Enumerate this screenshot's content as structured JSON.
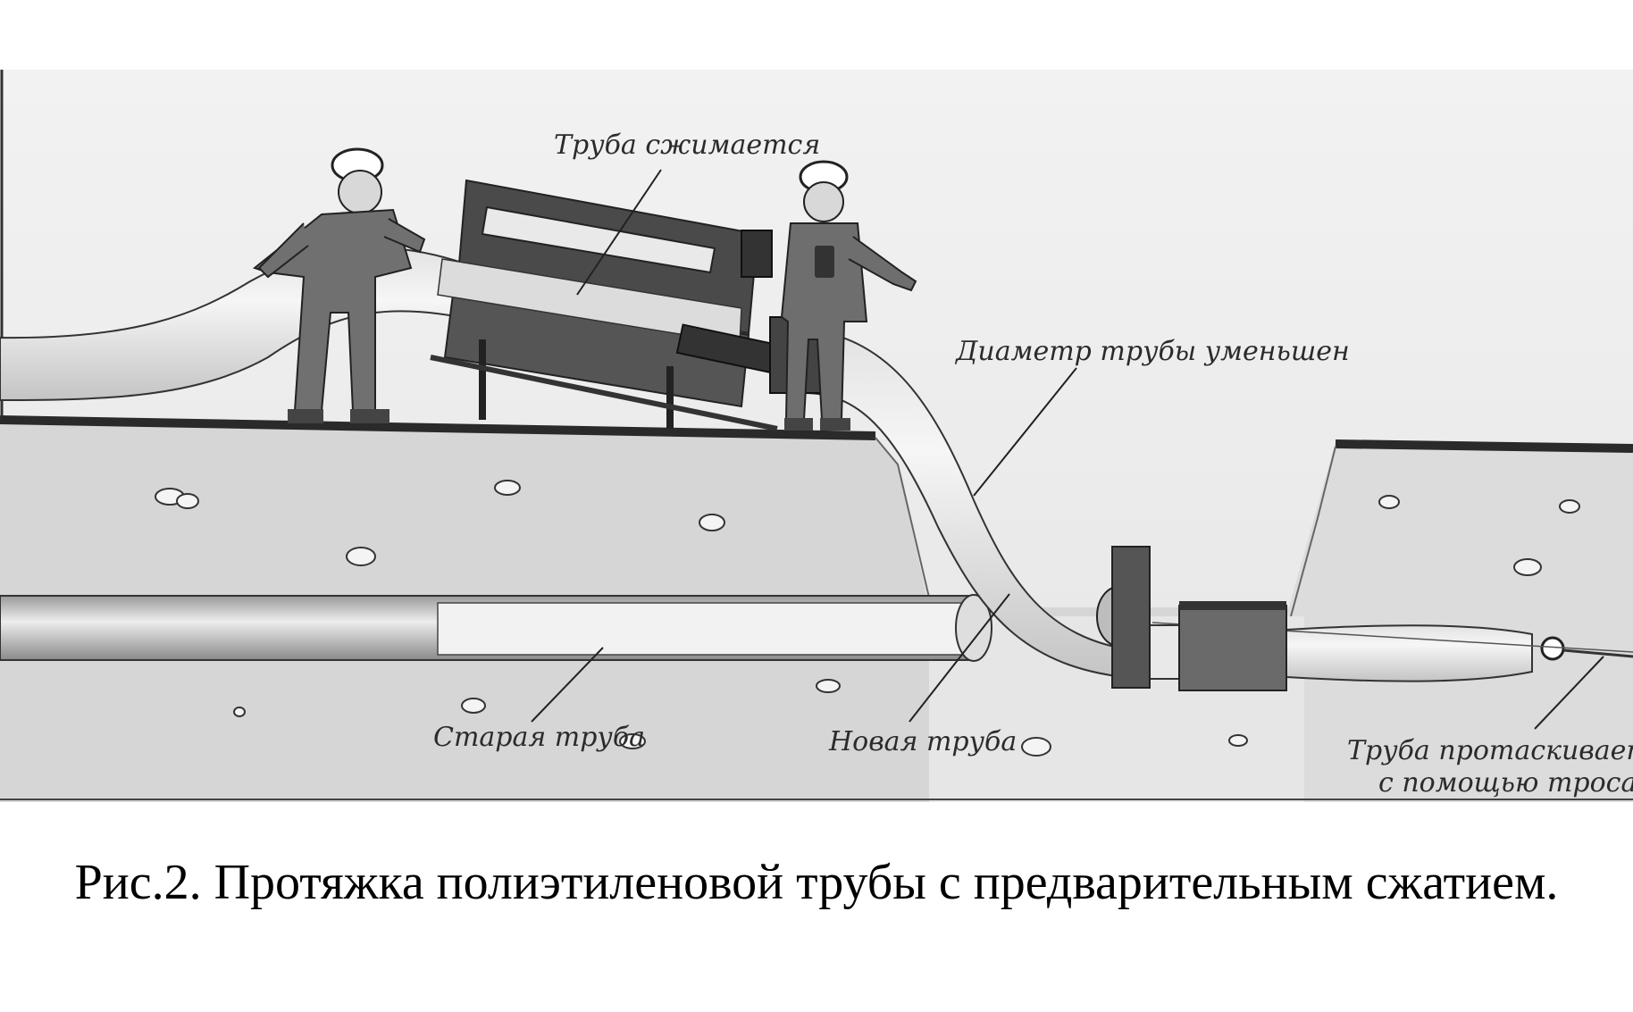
{
  "labels": {
    "compressed": "Труба сжимается",
    "diameter_reduced": "Диаметр трубы уменьшен",
    "old_pipe": "Старая труба",
    "new_pipe": "Новая труба",
    "pulled_line1": "Труба протаскивается",
    "pulled_line2": "с помощью троса"
  },
  "caption": "Рис.2. Протяжка полиэтиленовой трубы с предварительным сжатием.",
  "colors": {
    "ground": "#d9d9d9",
    "ground_light": "#e9e9e9",
    "pipe_new": "#ececec",
    "pipe_old": "#bdbdbd",
    "machine": "#4a4a4a",
    "worker": "#707070",
    "ink": "#222222"
  }
}
